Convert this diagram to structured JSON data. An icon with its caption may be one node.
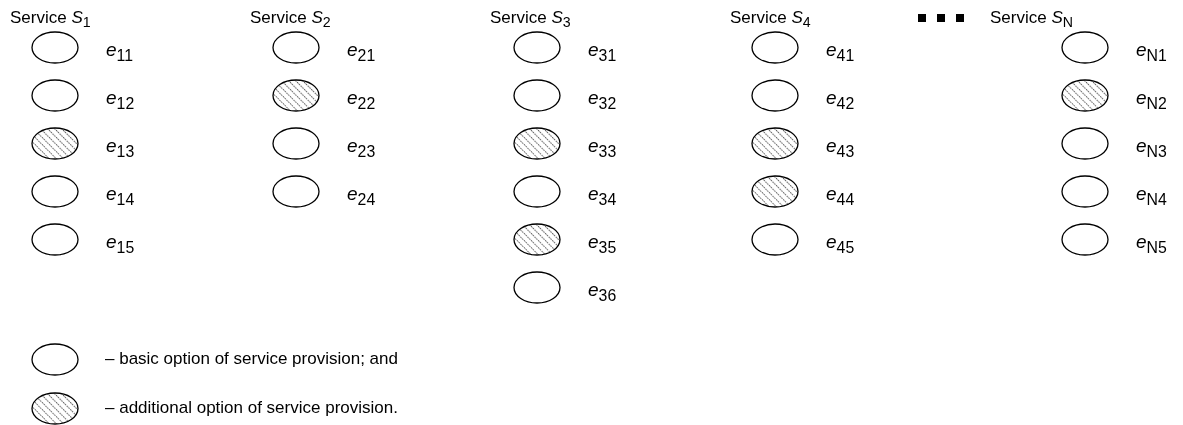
{
  "diagram": {
    "nodes": [
      {
        "text": [],
        "shape": "circle",
        "beside": [
          "*e*$_{11}$"
        ]
      },
      {
        "text": [],
        "shape": "circle",
        "beside": [
          "*e*$_{12}$"
        ]
      },
      {
        "text": [],
        "shape": "circle",
        "beside": [
          "*e*$_{13}$"
        ]
      },
      {
        "text": [],
        "shape": "circle",
        "beside": [
          "*e*$_{14}$"
        ]
      },
      {
        "text": [],
        "shape": "circle",
        "beside": [
          "*e*$_{15}$"
        ]
      },
      {
        "text": [],
        "shape": "circle",
        "beside": [
          "*e*$_{21}$"
        ]
      },
      {
        "text": [],
        "shape": "circle",
        "beside": [
          "*e*$_{22}$"
        ]
      },
      {
        "text": [],
        "shape": "circle",
        "beside": [
          "*e*$_{23}$"
        ]
      },
      {
        "text": [],
        "shape": "circle",
        "beside": [
          "*e*$_{24}$"
        ]
      },
      {
        "text": [],
        "shape": "circle",
        "beside": [
          "*e*$_{31}$"
        ]
      },
      {
        "text": [],
        "shape": "circle",
        "beside": [
          "*e*$_{32}$"
        ]
      },
      {
        "text": [],
        "shape": "circle",
        "beside": [
          "*e*$_{33}$"
        ]
      },
      {
        "text": [],
        "shape": "circle",
        "beside": [
          "*e*$_{34}$"
        ]
      },
      {
        "text": [],
        "shape": "circle",
        "beside": [
          "*e*$_{35}$"
        ]
      },
      {
        "text": [],
        "shape": "circle",
        "beside": [
          "*e*$_{36}$"
        ]
      },
      {
        "text": [],
        "shape": "circle",
        "beside": [
          "*e*$_{41}$"
        ]
      },
      {
        "text": [],
        "shape": "circle",
        "beside": [
          "*e*$_{42}$"
        ]
      },
      {
        "text": [],
        "shape": "circle",
        "beside": [
          "*e*$_{43}$"
        ]
      },
      {
        "text": [],
        "shape": "circle",
        "beside": [
          "*e*$_{44}$"
        ]
      },
      {
        "text": [],
        "shape": "circle",
        "beside": [
          "*e*$_{45}$"
        ]
      },
      {
        "text": [],
        "shape": "circle",
        "beside": [
          "*e*$_{N1}$"
        ]
      },
      {
        "text": [],
        "shape": "circle",
        "beside": [
          "*e*$_{N2}$"
        ]
      },
      {
        "text": [],
        "shape": "circle",
        "beside": [
          "*e*$_{N3}$"
        ]
      },
      {
        "text": [],
        "shape": "circle",
        "beside": [
          "*e*$_{N4}$"
        ]
      },
      {
        "text": [],
        "shape": "circle",
        "beside": [
          "*e*$_{N5}$"
        ]
      }
    ],
    "labels": [
      "Service *S*$_{1}$",
      "Service *S*$_{2}$",
      "Service *S*$_{3}$",
      "Service *S*$_{4}$",
      "Service *S*$_{N}$"
    ],
    "legend": [
      {
        "text": "– basic option of service provision; and"
      },
      {
        "text": "– additional option of service provision."
      }
    ]
  }
}
